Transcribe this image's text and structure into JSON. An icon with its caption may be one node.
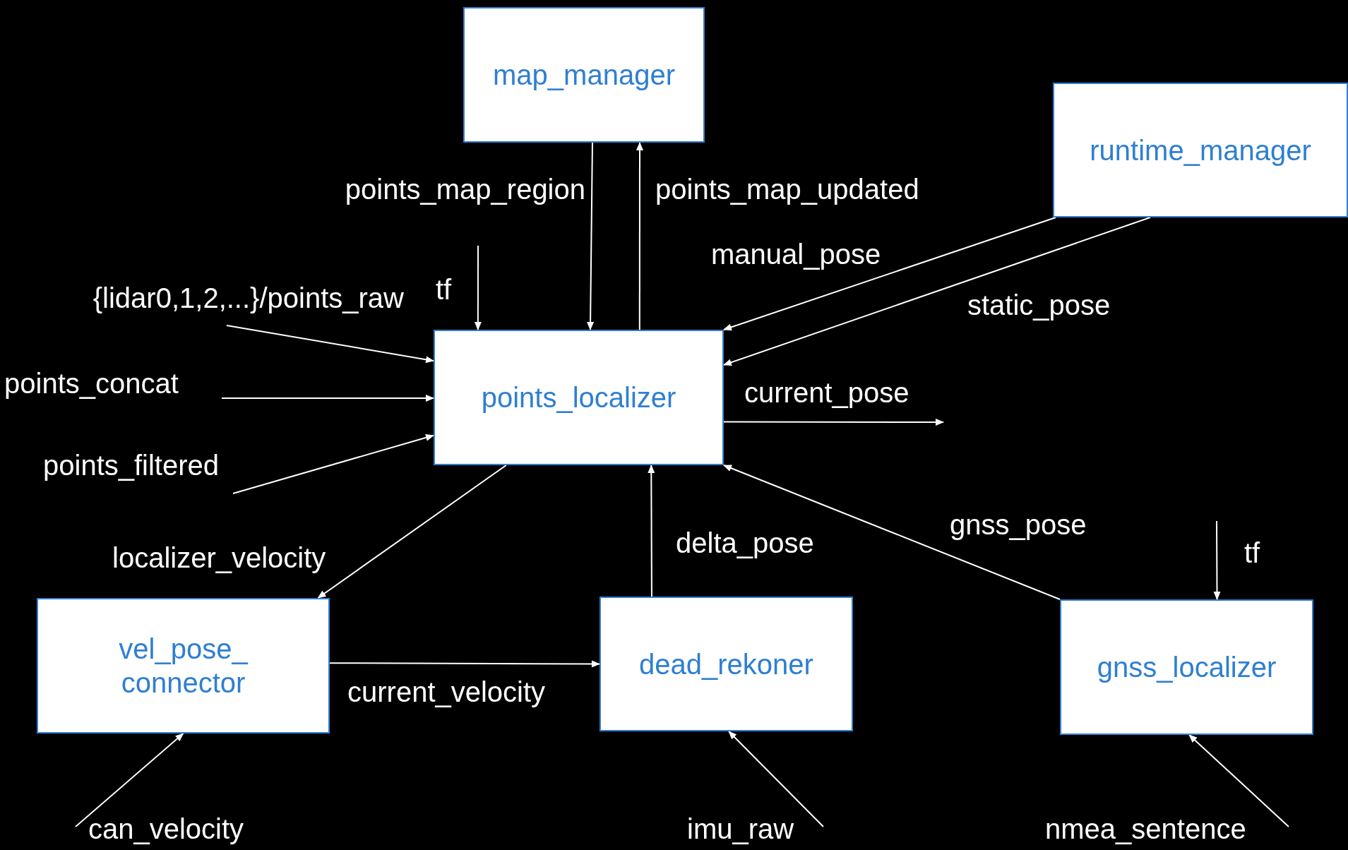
{
  "diagram": {
    "nodes": [
      {
        "text": [
          "map_manager"
        ]
      },
      {
        "text": [
          "runtime_manager"
        ]
      },
      {
        "text": [
          "points_localizer"
        ]
      },
      {
        "text": [
          "vel_pose_ connector"
        ]
      },
      {
        "text": [
          "dead_rekoner"
        ]
      },
      {
        "text": [
          "gnss_localizer"
        ]
      }
    ],
    "edges": [
      {
        "from": 0,
        "to": 2,
        "arrow": "to",
        "label": "points_map_region"
      },
      {
        "from": 2,
        "to": 0,
        "arrow": "to",
        "label": "points_map_updated"
      },
      {
        "from": 1,
        "to": 2,
        "arrow": "to",
        "label": "manual_pose"
      },
      {
        "from": 1,
        "to": 2,
        "arrow": "to",
        "label": "static_pose"
      },
      {
        "from": null,
        "to": 2,
        "arrow": "to",
        "label": "tf"
      },
      {
        "from": null,
        "to": 2,
        "arrow": "to",
        "label": "{lidar0,1,2,...}/points_raw"
      },
      {
        "from": null,
        "to": 2,
        "arrow": "to",
        "label": "points_concat"
      },
      {
        "from": null,
        "to": 2,
        "arrow": "to",
        "label": "points_filtered"
      },
      {
        "from": 2,
        "to": null,
        "arrow": "to",
        "label": "current_pose"
      },
      {
        "from": 2,
        "to": 3,
        "arrow": "to",
        "label": "localizer_velocity"
      },
      {
        "from": 4,
        "to": 2,
        "arrow": "to",
        "label": "delta_pose"
      },
      {
        "from": 5,
        "to": 2,
        "arrow": "to",
        "label": "gnss_pose"
      },
      {
        "from": 3,
        "to": 4,
        "arrow": "to",
        "label": "current_velocity"
      },
      {
        "from": null,
        "to": 5,
        "arrow": "to",
        "label": "tf"
      },
      {
        "from": null,
        "to": 3,
        "arrow": "to",
        "label": "can_velocity"
      },
      {
        "from": null,
        "to": 4,
        "arrow": "to",
        "label": "imu_raw"
      },
      {
        "from": null,
        "to": 5,
        "arrow": "to",
        "label": "nmea_sentence"
      }
    ]
  }
}
